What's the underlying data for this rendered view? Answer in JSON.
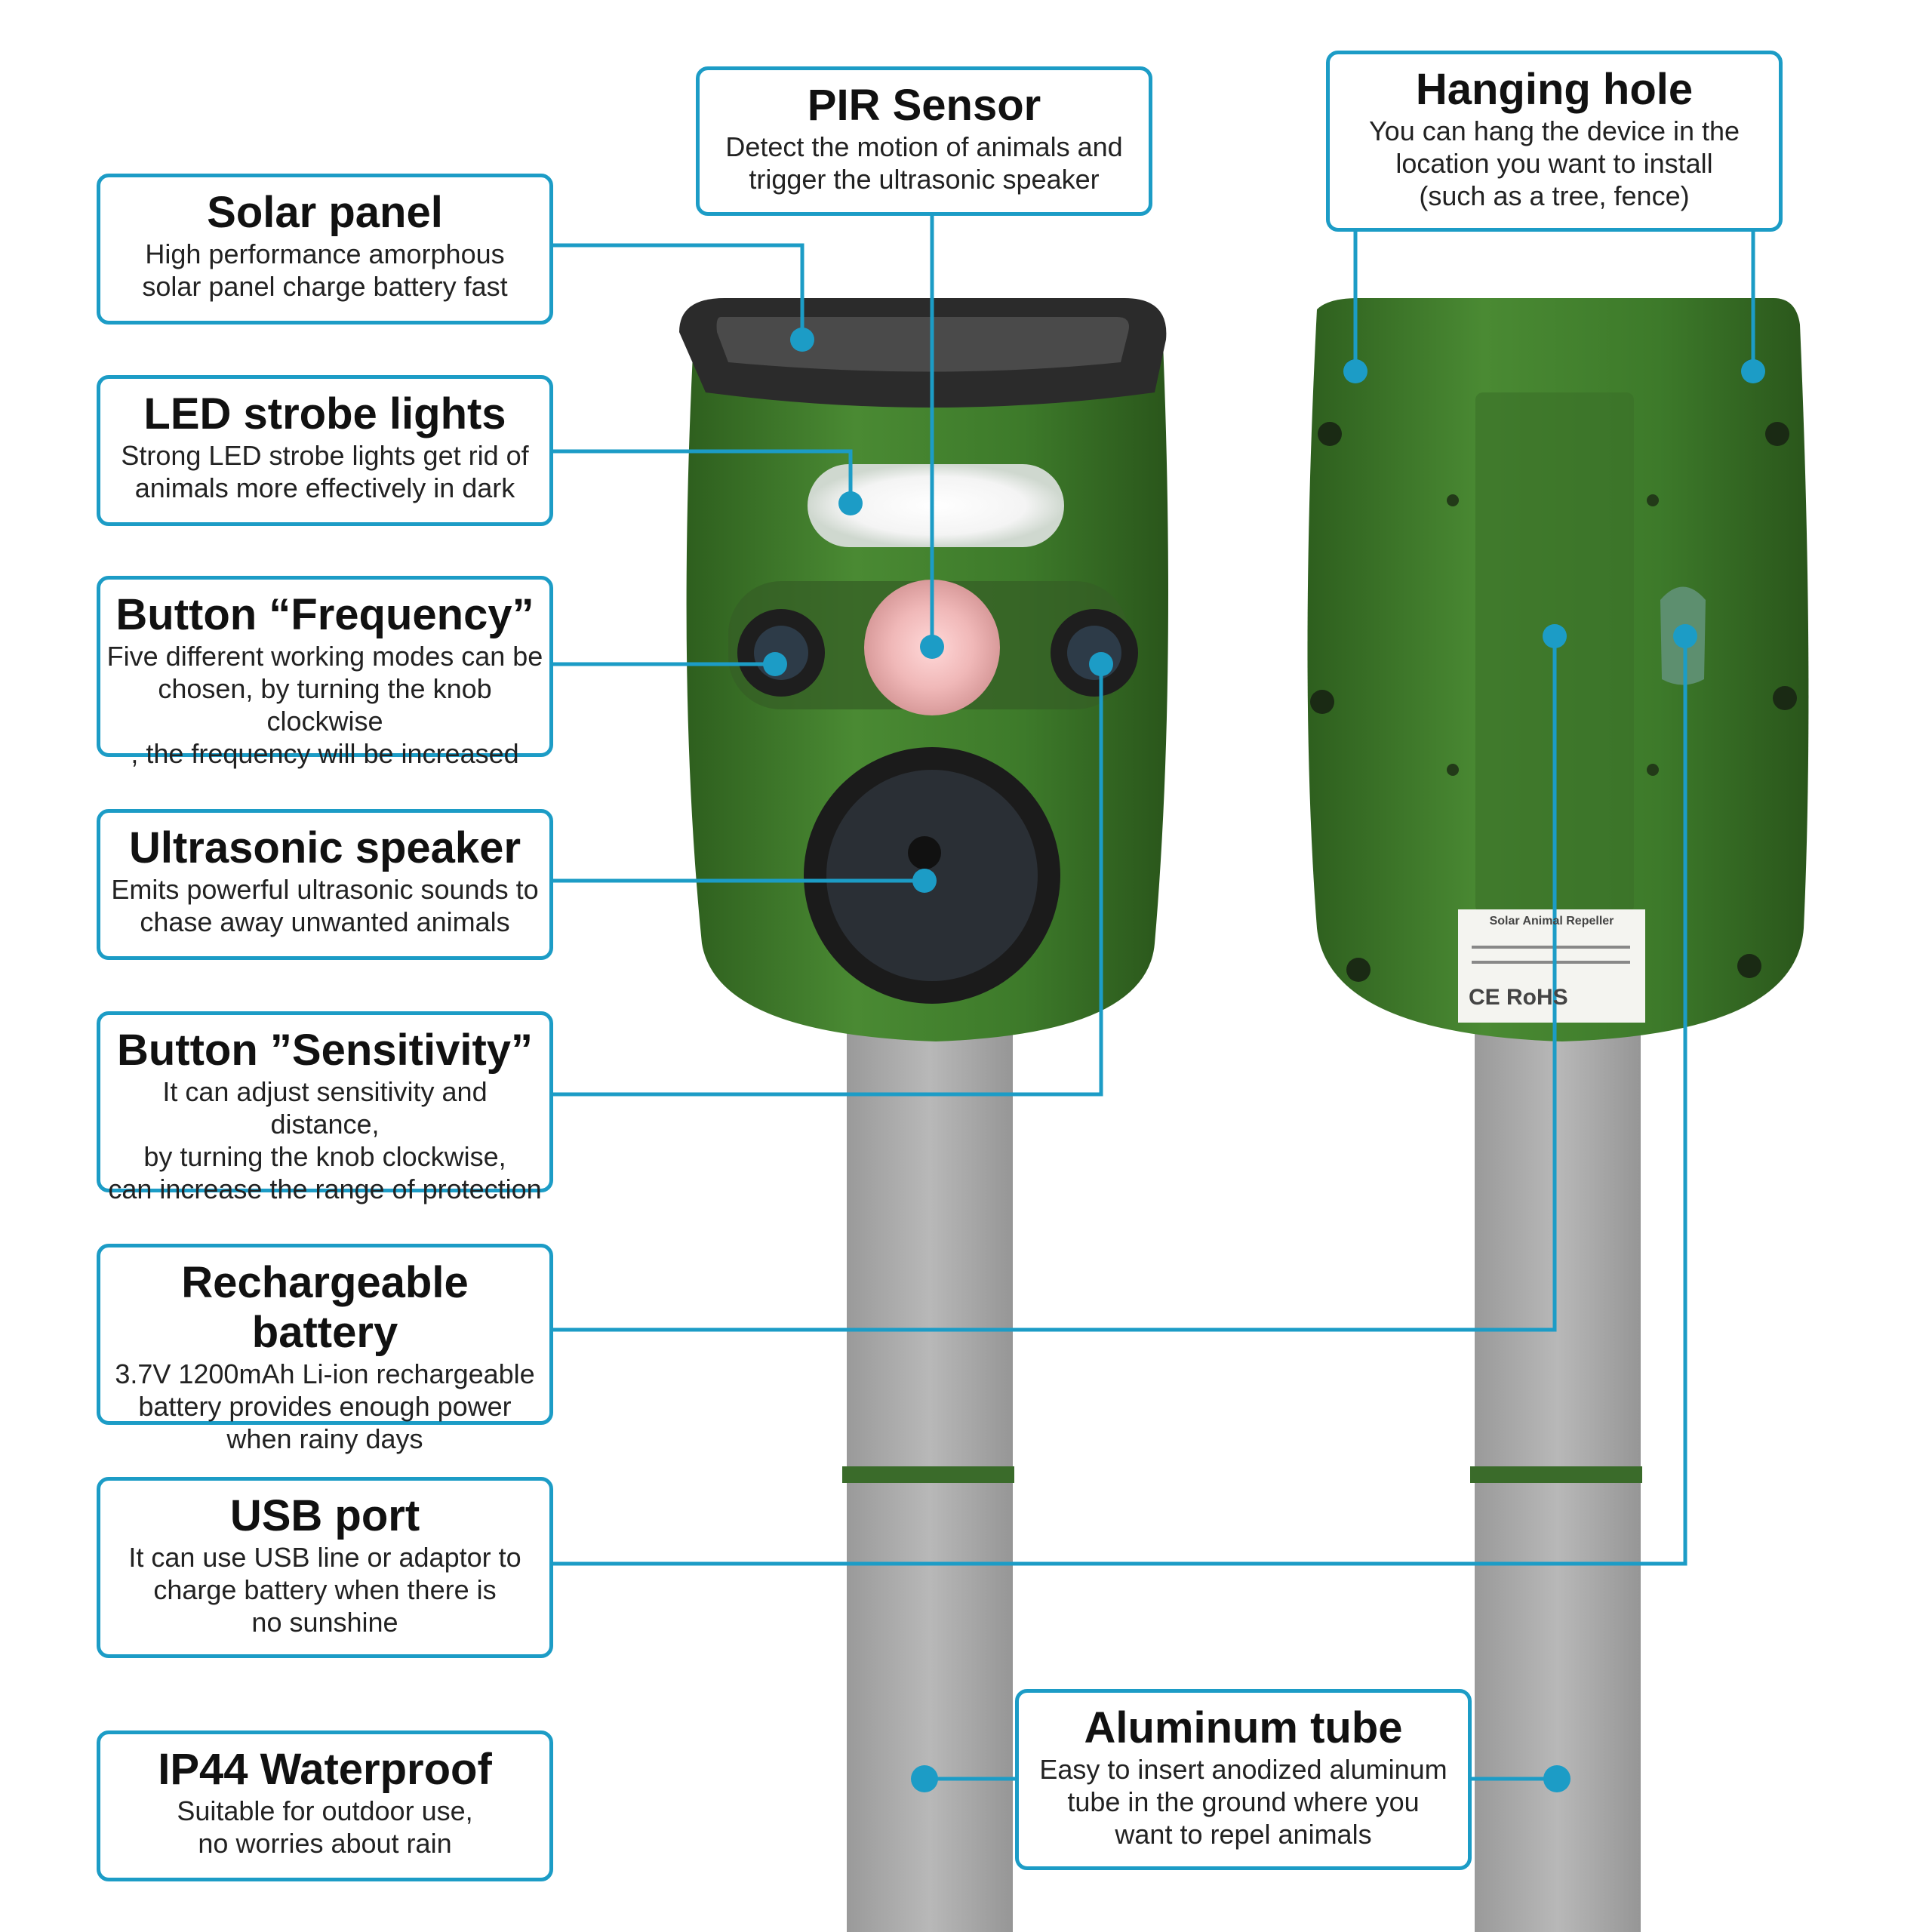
{
  "colors": {
    "accent": "#1c9cc6",
    "device_green": "#3f7a2a",
    "pole_gray": "#a9a9a9"
  },
  "callouts": {
    "solar_panel": {
      "title": "Solar panel",
      "desc": "High performance amorphous\nsolar panel charge battery fast"
    },
    "led_strobe": {
      "title": "LED strobe lights",
      "desc": "Strong LED strobe lights get rid of\nanimals more effectively in dark"
    },
    "button_frequency": {
      "title": "Button “Frequency”",
      "desc": "Five different working modes can be\nchosen, by turning the knob clockwise\n, the frequency will be increased"
    },
    "ultrasonic_speaker": {
      "title": "Ultrasonic speaker",
      "desc": "Emits powerful ultrasonic sounds to\nchase away unwanted animals"
    },
    "button_sensitivity": {
      "title": "Button ”Sensitivity”",
      "desc": "It can adjust sensitivity and distance,\nby turning the knob clockwise,\ncan increase the range of protection"
    },
    "rechargeable_battery": {
      "title": "Rechargeable battery",
      "desc": "3.7V 1200mAh Li-ion rechargeable\nbattery provides enough power\nwhen rainy days"
    },
    "usb_port": {
      "title": "USB port",
      "desc": "It can use USB line or adaptor to\ncharge battery when there is\nno sunshine"
    },
    "ip44": {
      "title": "IP44 Waterproof",
      "desc": "Suitable for outdoor use,\nno worries about rain"
    },
    "pir_sensor": {
      "title": "PIR Sensor",
      "desc": "Detect the motion of animals and\ntrigger the ultrasonic speaker"
    },
    "hanging_hole": {
      "title": "Hanging hole",
      "desc": "You can hang the device in the\nlocation you want to install\n(such as a tree, fence)"
    },
    "aluminum_tube": {
      "title": "Aluminum tube",
      "desc": "Easy to insert anodized aluminum\ntube in the ground where you\nwant to repel animals"
    }
  },
  "label": {
    "brand_line": "Solar Animal Repeller",
    "marks": "CE  RoHS"
  }
}
